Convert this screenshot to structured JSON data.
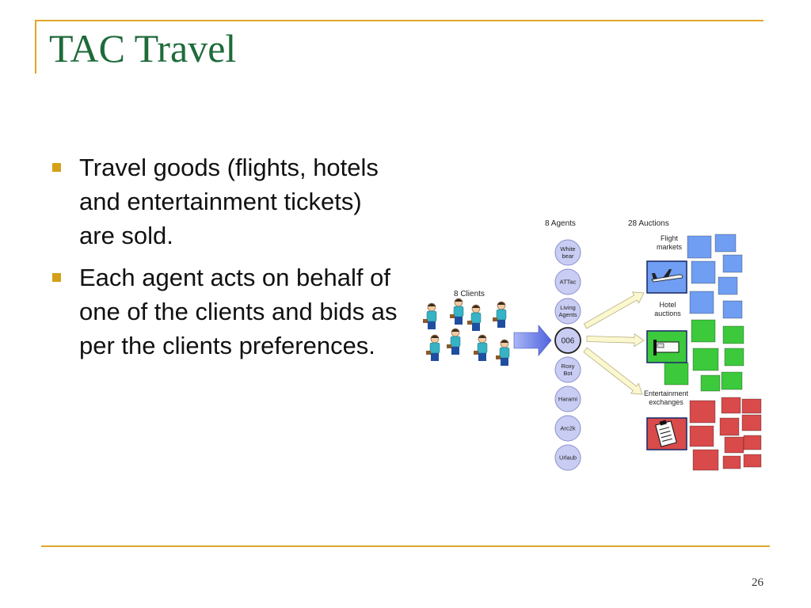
{
  "slide": {
    "title": "TAC Travel",
    "page_number": "26"
  },
  "bullets": [
    "Travel goods (flights, hotels and entertainment tickets) are sold.",
    "Each agent acts on behalf of one of the clients and bids as per the clients preferences."
  ],
  "diagram": {
    "clients_label": "8 Clients",
    "agents_label": "8  Agents",
    "auctions_label": "28 Auctions",
    "agents": [
      [
        "White",
        "bear"
      ],
      [
        "ATTac"
      ],
      [
        "Living",
        "Agents"
      ],
      [
        "006"
      ],
      [
        "Roxy",
        "Bot"
      ],
      [
        "Harami"
      ],
      [
        "Arc2k"
      ],
      [
        "Urlaub"
      ]
    ],
    "markets": [
      {
        "lines": [
          "Flight",
          "markets"
        ],
        "color": "#6f9ef2"
      },
      {
        "lines": [
          "Hotel",
          "auctions"
        ],
        "color": "#3cc93c"
      },
      {
        "lines": [
          "Entertainment",
          "exchanges"
        ],
        "color": "#d94a4a"
      }
    ],
    "colors": {
      "agent_fill": "#c9cdf3",
      "agent_stroke": "#8a90cc",
      "arrow_fill": "#fbf7cf",
      "arrow_stroke": "#b8b080",
      "big_arrow": "#6a7fe8",
      "person_shirt": "#36b3c4",
      "person_pants": "#1f4ea0"
    }
  }
}
